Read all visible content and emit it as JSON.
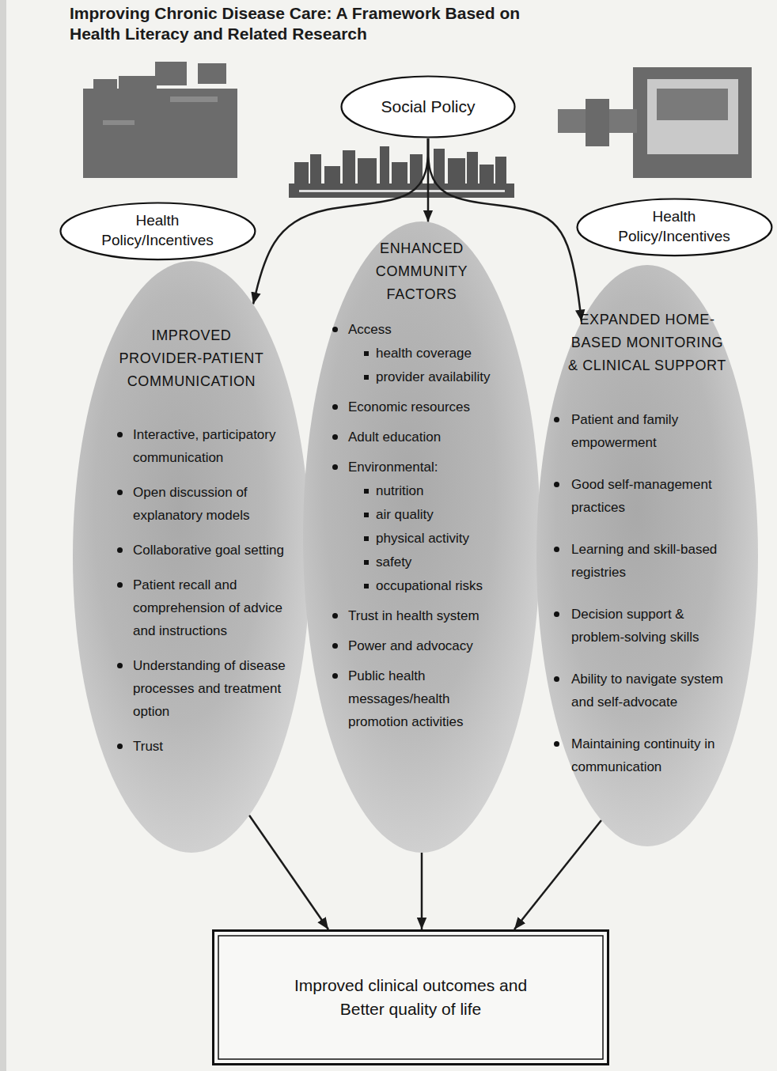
{
  "diagram": {
    "title": "Improving Chronic Disease Care: A Framework Based on Health Literacy and Related Research",
    "nodes": [
      {
        "text": [
          "Social Policy"
        ]
      },
      {
        "text": [
          "Health Policy/Incentives"
        ]
      },
      {
        "text": [
          "Health Policy/Incentives"
        ]
      },
      {
        "text": [
          "IMPROVED PROVIDER-PATIENT COMMUNICATION",
          "Interactive, participatory communication",
          "Open discussion of explanatory models",
          "Collaborative goal setting",
          "Patient recall and comprehension of advice and instructions",
          "Understanding of disease processes and treatment option",
          "Trust"
        ]
      },
      {
        "text": [
          "ENHANCED COMMUNITY FACTORS",
          "Access",
          "health coverage",
          "provider availability",
          "Economic resources",
          "Adult education",
          "Environmental:",
          "nutrition",
          "air quality",
          "physical activity",
          "safety",
          "occupational risks",
          "Trust in health system",
          "Power and advocacy",
          "Public health messages/health promotion activities"
        ]
      },
      {
        "text": [
          "EXPANDED HOME-BASED MONITORING & CLINICAL SUPPORT",
          "Patient and family empowerment",
          "Good self-management practices",
          "Learning and skill-based registries",
          "Decision support & problem-solving skills",
          "Ability to navigate system and self-advocate",
          "Maintaining continuity in communication"
        ]
      },
      {
        "text": [
          "Improved clinical outcomes and Better quality of life"
        ]
      }
    ],
    "edges": [
      {
        "from": 0,
        "to": 3,
        "arrow": "to"
      },
      {
        "from": 0,
        "to": 4,
        "arrow": "to"
      },
      {
        "from": 0,
        "to": 5,
        "arrow": "to"
      },
      {
        "from": 3,
        "to": 6,
        "arrow": "to"
      },
      {
        "from": 4,
        "to": 6,
        "arrow": "to"
      },
      {
        "from": 5,
        "to": 6,
        "arrow": "to"
      }
    ]
  }
}
